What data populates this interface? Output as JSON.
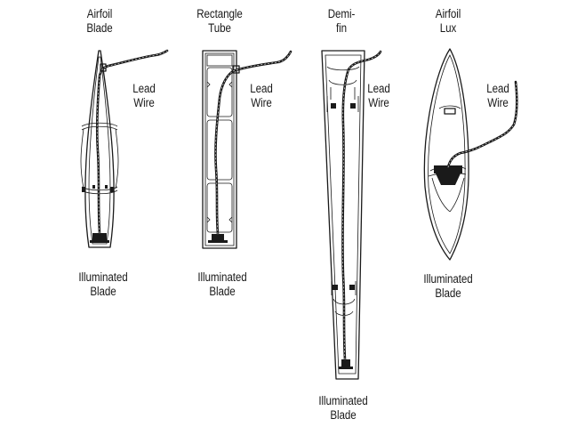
{
  "diagrams": [
    {
      "title_line1": "Airfoil",
      "title_line2": "Blade",
      "lead_line1": "Lead",
      "lead_line2": "Wire",
      "blade_line1": "Illuminated",
      "blade_line2": "Blade"
    },
    {
      "title_line1": "Rectangle",
      "title_line2": "Tube",
      "lead_line1": "Lead",
      "lead_line2": "Wire",
      "blade_line1": "Illuminated",
      "blade_line2": "Blade"
    },
    {
      "title_line1": "Demi-",
      "title_line2": "fin",
      "lead_line1": "Lead",
      "lead_line2": "Wire",
      "blade_line1": "Illuminated",
      "blade_line2": "Blade"
    },
    {
      "title_line1": "Airfoil",
      "title_line2": "Lux",
      "lead_line1": "Lead",
      "lead_line2": "Wire",
      "blade_line1": "Illuminated",
      "blade_line2": "Blade"
    }
  ]
}
